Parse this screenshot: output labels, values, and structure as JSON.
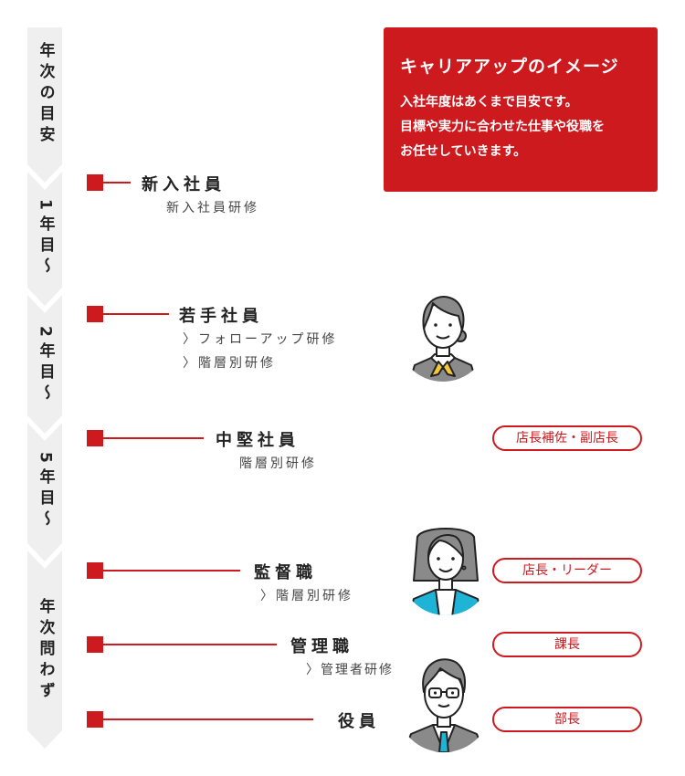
{
  "timeline": {
    "segments": [
      {
        "label": "年次の目安"
      },
      {
        "label": "1年目〜"
      },
      {
        "label": "2年目〜"
      },
      {
        "label": "5年目〜"
      },
      {
        "label": "年次問わず"
      }
    ]
  },
  "info_box": {
    "title": "キャリアアップのイメージ",
    "lines": [
      "入社年度はあくまで目安です。",
      "目標や実力に合わせた仕事や役職を",
      "お任せしていきます。"
    ]
  },
  "levels": [
    {
      "title": "新入社員",
      "trainings": [
        "新入社員研修"
      ],
      "position": null
    },
    {
      "title": "若手社員",
      "trainings": [
        "〉フォローアップ研修",
        "〉階層別研修"
      ],
      "position": null
    },
    {
      "title": "中堅社員",
      "trainings": [
        "階層別研修"
      ],
      "position": "店長補佐・副店長"
    },
    {
      "title": "監督職",
      "trainings": [
        "〉階層別研修"
      ],
      "position": "店長・リーダー"
    },
    {
      "title": "管理職",
      "trainings": [
        "〉管理者研修"
      ],
      "position": "課長"
    },
    {
      "title": "役員",
      "trainings": [],
      "position": "部長"
    }
  ],
  "colors": {
    "accent": "#cc1a1f",
    "timeline_bg": "#efefef",
    "jacket_blue": "#1fb3d6",
    "scarf_yellow": "#f5c93a"
  }
}
